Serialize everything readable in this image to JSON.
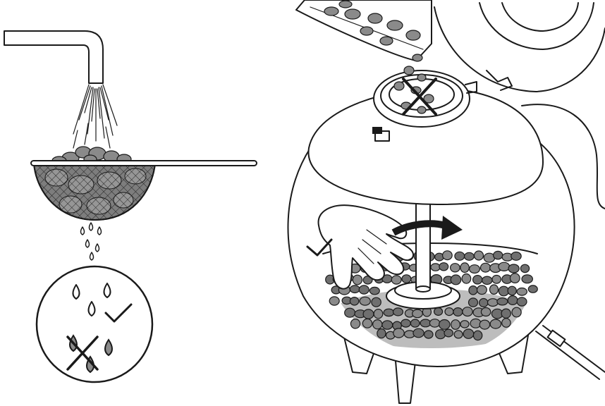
{
  "figure": {
    "panels": [
      {
        "id": "rinse",
        "icon": "rinse-gravel-in-sieve-icon"
      },
      {
        "id": "water-check",
        "icon": "water-quality-check-icon"
      },
      {
        "id": "fill-aquarium",
        "icon": "fill-gravel-into-aquarium-icon"
      }
    ],
    "marks": {
      "check": "check-mark-icon",
      "cross": "cross-mark-icon"
    },
    "colors": {
      "line": "#1a1a1a",
      "gravel": "#8a8a8a",
      "gravel_dark": "#6f6f6f",
      "shadow": "#bdbdbd",
      "background": "#ffffff"
    }
  }
}
